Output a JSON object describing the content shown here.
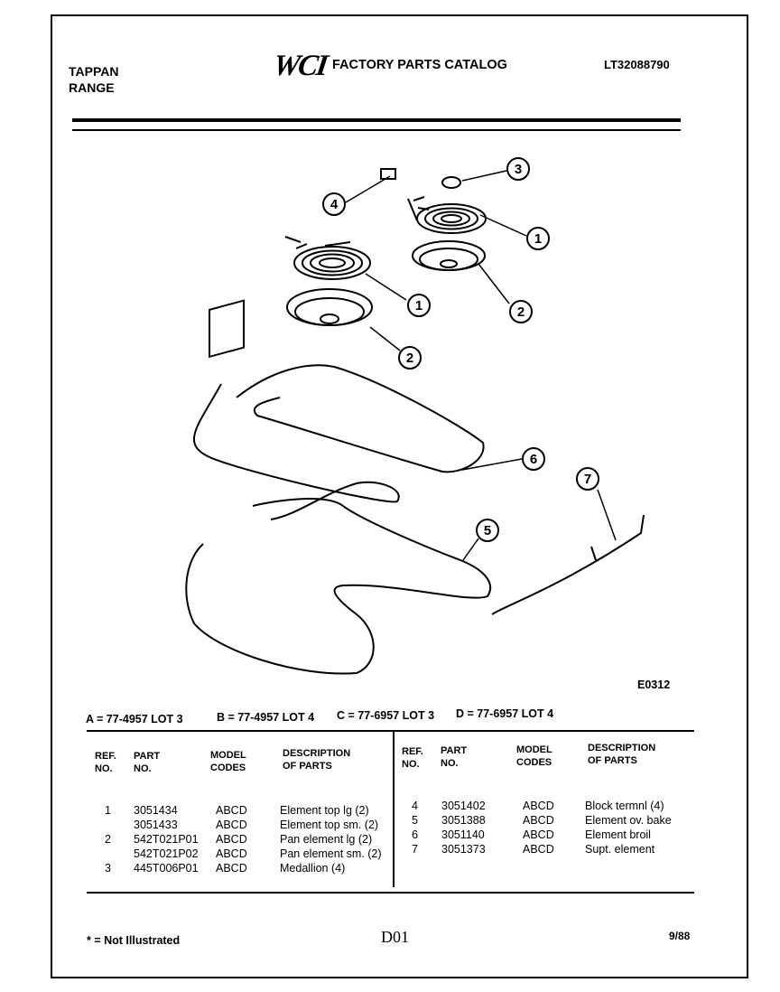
{
  "header": {
    "brand_line1": "TAPPAN",
    "brand_line2": "RANGE",
    "logo": "WCI",
    "catalog_title": "FACTORY PARTS CATALOG",
    "catalog_number": "LT32088790"
  },
  "diagram": {
    "callouts": [
      "1",
      "1",
      "2",
      "2",
      "3",
      "4",
      "5",
      "6",
      "7"
    ],
    "figure_code": "E0312"
  },
  "model_codes": {
    "a": "A = 77-4957 LOT 3",
    "b": "B = 77-4957 LOT 4",
    "c": "C = 77-6957 LOT 3",
    "d": "D = 77-6957 LOT 4"
  },
  "table": {
    "headers": {
      "ref": [
        "REF.",
        "NO."
      ],
      "part": [
        "PART",
        "NO."
      ],
      "model": [
        "MODEL",
        "CODES"
      ],
      "desc": [
        "DESCRIPTION",
        "OF PARTS"
      ]
    },
    "left_rows": [
      {
        "ref": "1",
        "part": "3051434",
        "codes": "ABCD",
        "desc": "Element top lg (2)"
      },
      {
        "ref": "",
        "part": "3051433",
        "codes": "ABCD",
        "desc": "Element top sm. (2)"
      },
      {
        "ref": "2",
        "part": "542T021P01",
        "codes": "ABCD",
        "desc": "Pan element lg (2)"
      },
      {
        "ref": "",
        "part": "542T021P02",
        "codes": "ABCD",
        "desc": "Pan element sm. (2)"
      },
      {
        "ref": "3",
        "part": "445T006P01",
        "codes": "ABCD",
        "desc": "Medallion (4)"
      }
    ],
    "right_rows": [
      {
        "ref": "4",
        "part": "3051402",
        "codes": "ABCD",
        "desc": "Block termnl (4)"
      },
      {
        "ref": "5",
        "part": "3051388",
        "codes": "ABCD",
        "desc": "Element ov. bake"
      },
      {
        "ref": "6",
        "part": "3051140",
        "codes": "ABCD",
        "desc": "Element broil"
      },
      {
        "ref": "7",
        "part": "3051373",
        "codes": "ABCD",
        "desc": "Supt. element"
      }
    ]
  },
  "footer": {
    "not_illustrated": "* = Not Illustrated",
    "page_code": "D01",
    "date": "9/88"
  }
}
